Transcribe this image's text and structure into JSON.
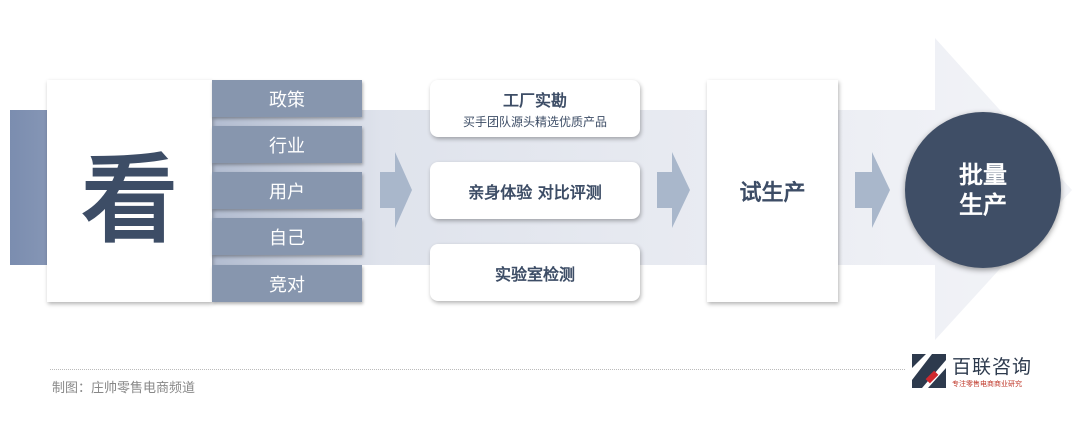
{
  "colors": {
    "dark": "#3f4e66",
    "tag": "#8796ae",
    "arrow_light": "#a9b7cb"
  },
  "look": "看",
  "tags": [
    "政策",
    "行业",
    "用户",
    "自己",
    "竞对"
  ],
  "cards": [
    {
      "title": "工厂实勘",
      "subtitle": "买手团队源头精选优质产品"
    },
    {
      "title": "亲身体验 对比评测"
    },
    {
      "title": "实验室检测"
    }
  ],
  "trial": "试生产",
  "mass": {
    "line1": "批量",
    "line2": "生产"
  },
  "footer": "制图：庄帅零售电商频道",
  "logo": {
    "name": "百联咨询",
    "tagline": "专注零售电商商业研究"
  }
}
